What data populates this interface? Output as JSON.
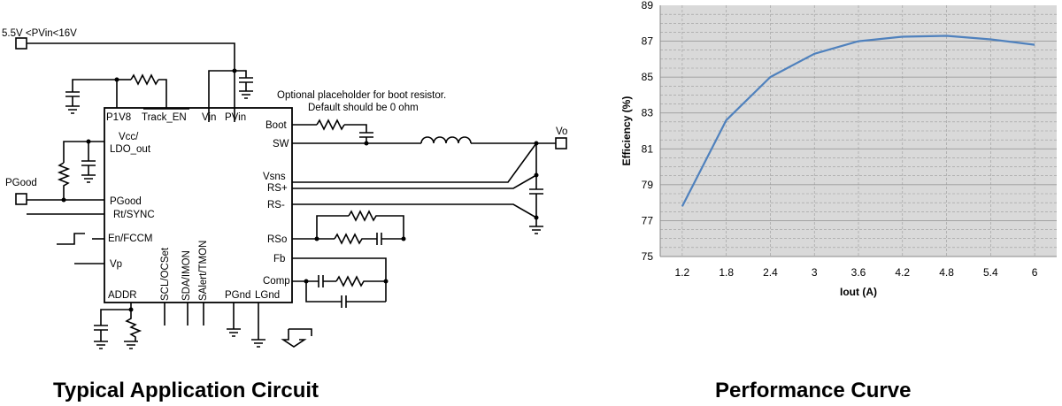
{
  "captions": {
    "left": "Typical Application Circuit",
    "right": "Performance Curve"
  },
  "circuit": {
    "input_label": "5.5V <PVin<16V",
    "output_label": "Vo",
    "pgood_label": "PGood",
    "boot_note_line1": "Optional placeholder for boot resistor.",
    "boot_note_line2": "Default should be 0 ohm",
    "pins": {
      "p1v8": "P1V8",
      "track_en": "Track_EN",
      "vin": "Vin",
      "pvin": "PVin",
      "vcc": "Vcc/",
      "ldo_out": "LDO_out",
      "pgood": "PGood",
      "rt_sync": "Rt/SYNC",
      "en_fccm": "En/FCCM",
      "vp": "Vp",
      "addr": "ADDR",
      "scl": "SCL/OCSet",
      "sda": "SDA/IMON",
      "salert": "SAlert/TMON",
      "pgnd": "PGnd",
      "lgnd": "LGnd",
      "boot": "Boot",
      "sw": "SW",
      "vsns": "Vsns",
      "rs_plus": "RS+",
      "rs_minus": "RS-",
      "rso": "RSo",
      "fb": "Fb",
      "comp": "Comp"
    }
  },
  "chart_data": {
    "type": "line",
    "xlabel": "Iout (A)",
    "ylabel": "Efficiency (%)",
    "x": [
      1.2,
      1.8,
      2.4,
      3,
      3.6,
      4.2,
      4.8,
      5.4,
      6
    ],
    "x_ticks": [
      "1.2",
      "1.8",
      "2.4",
      "3",
      "3.6",
      "4.2",
      "4.8",
      "5.4",
      "6"
    ],
    "y_ticks": [
      75,
      77,
      79,
      81,
      83,
      85,
      87,
      89
    ],
    "ylim": [
      75,
      89
    ],
    "series": [
      {
        "values": [
          77.8,
          82.6,
          85.0,
          86.3,
          87.0,
          87.25,
          87.3,
          87.1,
          86.8
        ]
      }
    ],
    "grid": true,
    "colors": {
      "line": "#4f81bd",
      "plot_bg": "#d9d9d9",
      "grid": "#9a9a9a"
    }
  }
}
